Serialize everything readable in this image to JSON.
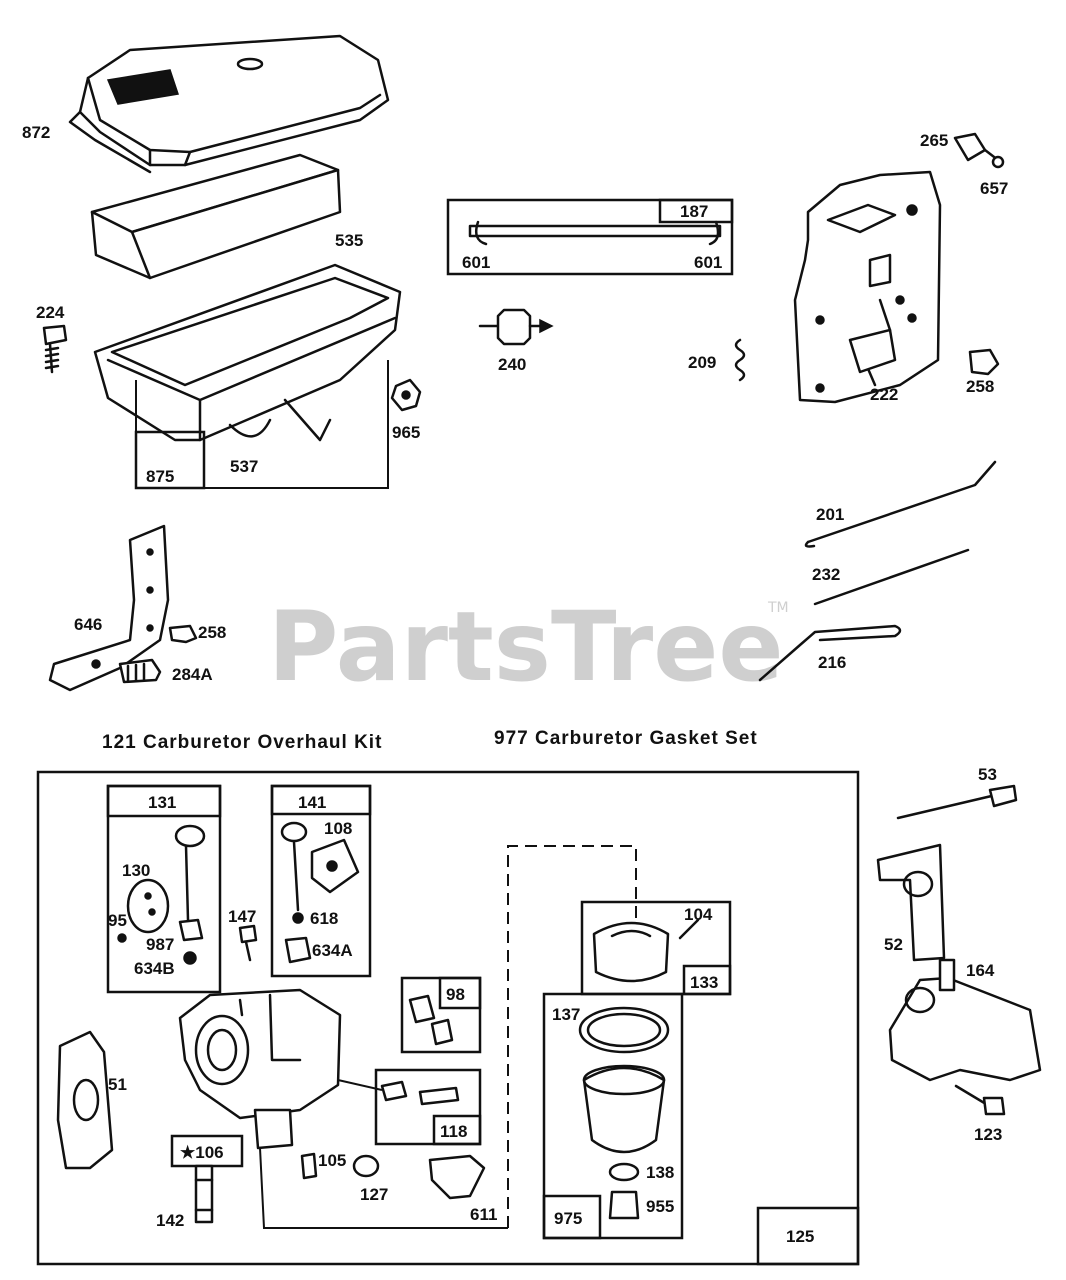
{
  "watermark": {
    "brand": "PartsTree",
    "trademark": "TM"
  },
  "captions": {
    "overhaul_kit": "121  Carburetor  Overhaul  Kit",
    "gasket_set": "977  Carburetor  Gasket  Set"
  },
  "labels": {
    "l872": "872",
    "l535": "535",
    "l224": "224",
    "l965": "965",
    "l537": "537",
    "l875": "875",
    "l187": "187",
    "l601a": "601",
    "l601b": "601",
    "l240": "240",
    "l265": "265",
    "l657": "657",
    "l209": "209",
    "l258a": "258",
    "l222": "222",
    "l201": "201",
    "l232": "232",
    "l216": "216",
    "l646": "646",
    "l258b": "258",
    "l284A": "284A",
    "l131": "131",
    "l130": "130",
    "l95": "95",
    "l987": "987",
    "l634B": "634B",
    "l141": "141",
    "l108": "108",
    "l618": "618",
    "l634A": "634A",
    "l147": "147",
    "l98": "98",
    "l118": "118",
    "l51": "51",
    "l106": "106",
    "l105": "105",
    "l127": "127",
    "l142": "142",
    "l611": "611",
    "l104": "104",
    "l133": "133",
    "l137": "137",
    "l138": "138",
    "l955": "955",
    "l975": "975",
    "l125": "125",
    "l53": "53",
    "l52": "52",
    "l164": "164",
    "l123": "123"
  }
}
